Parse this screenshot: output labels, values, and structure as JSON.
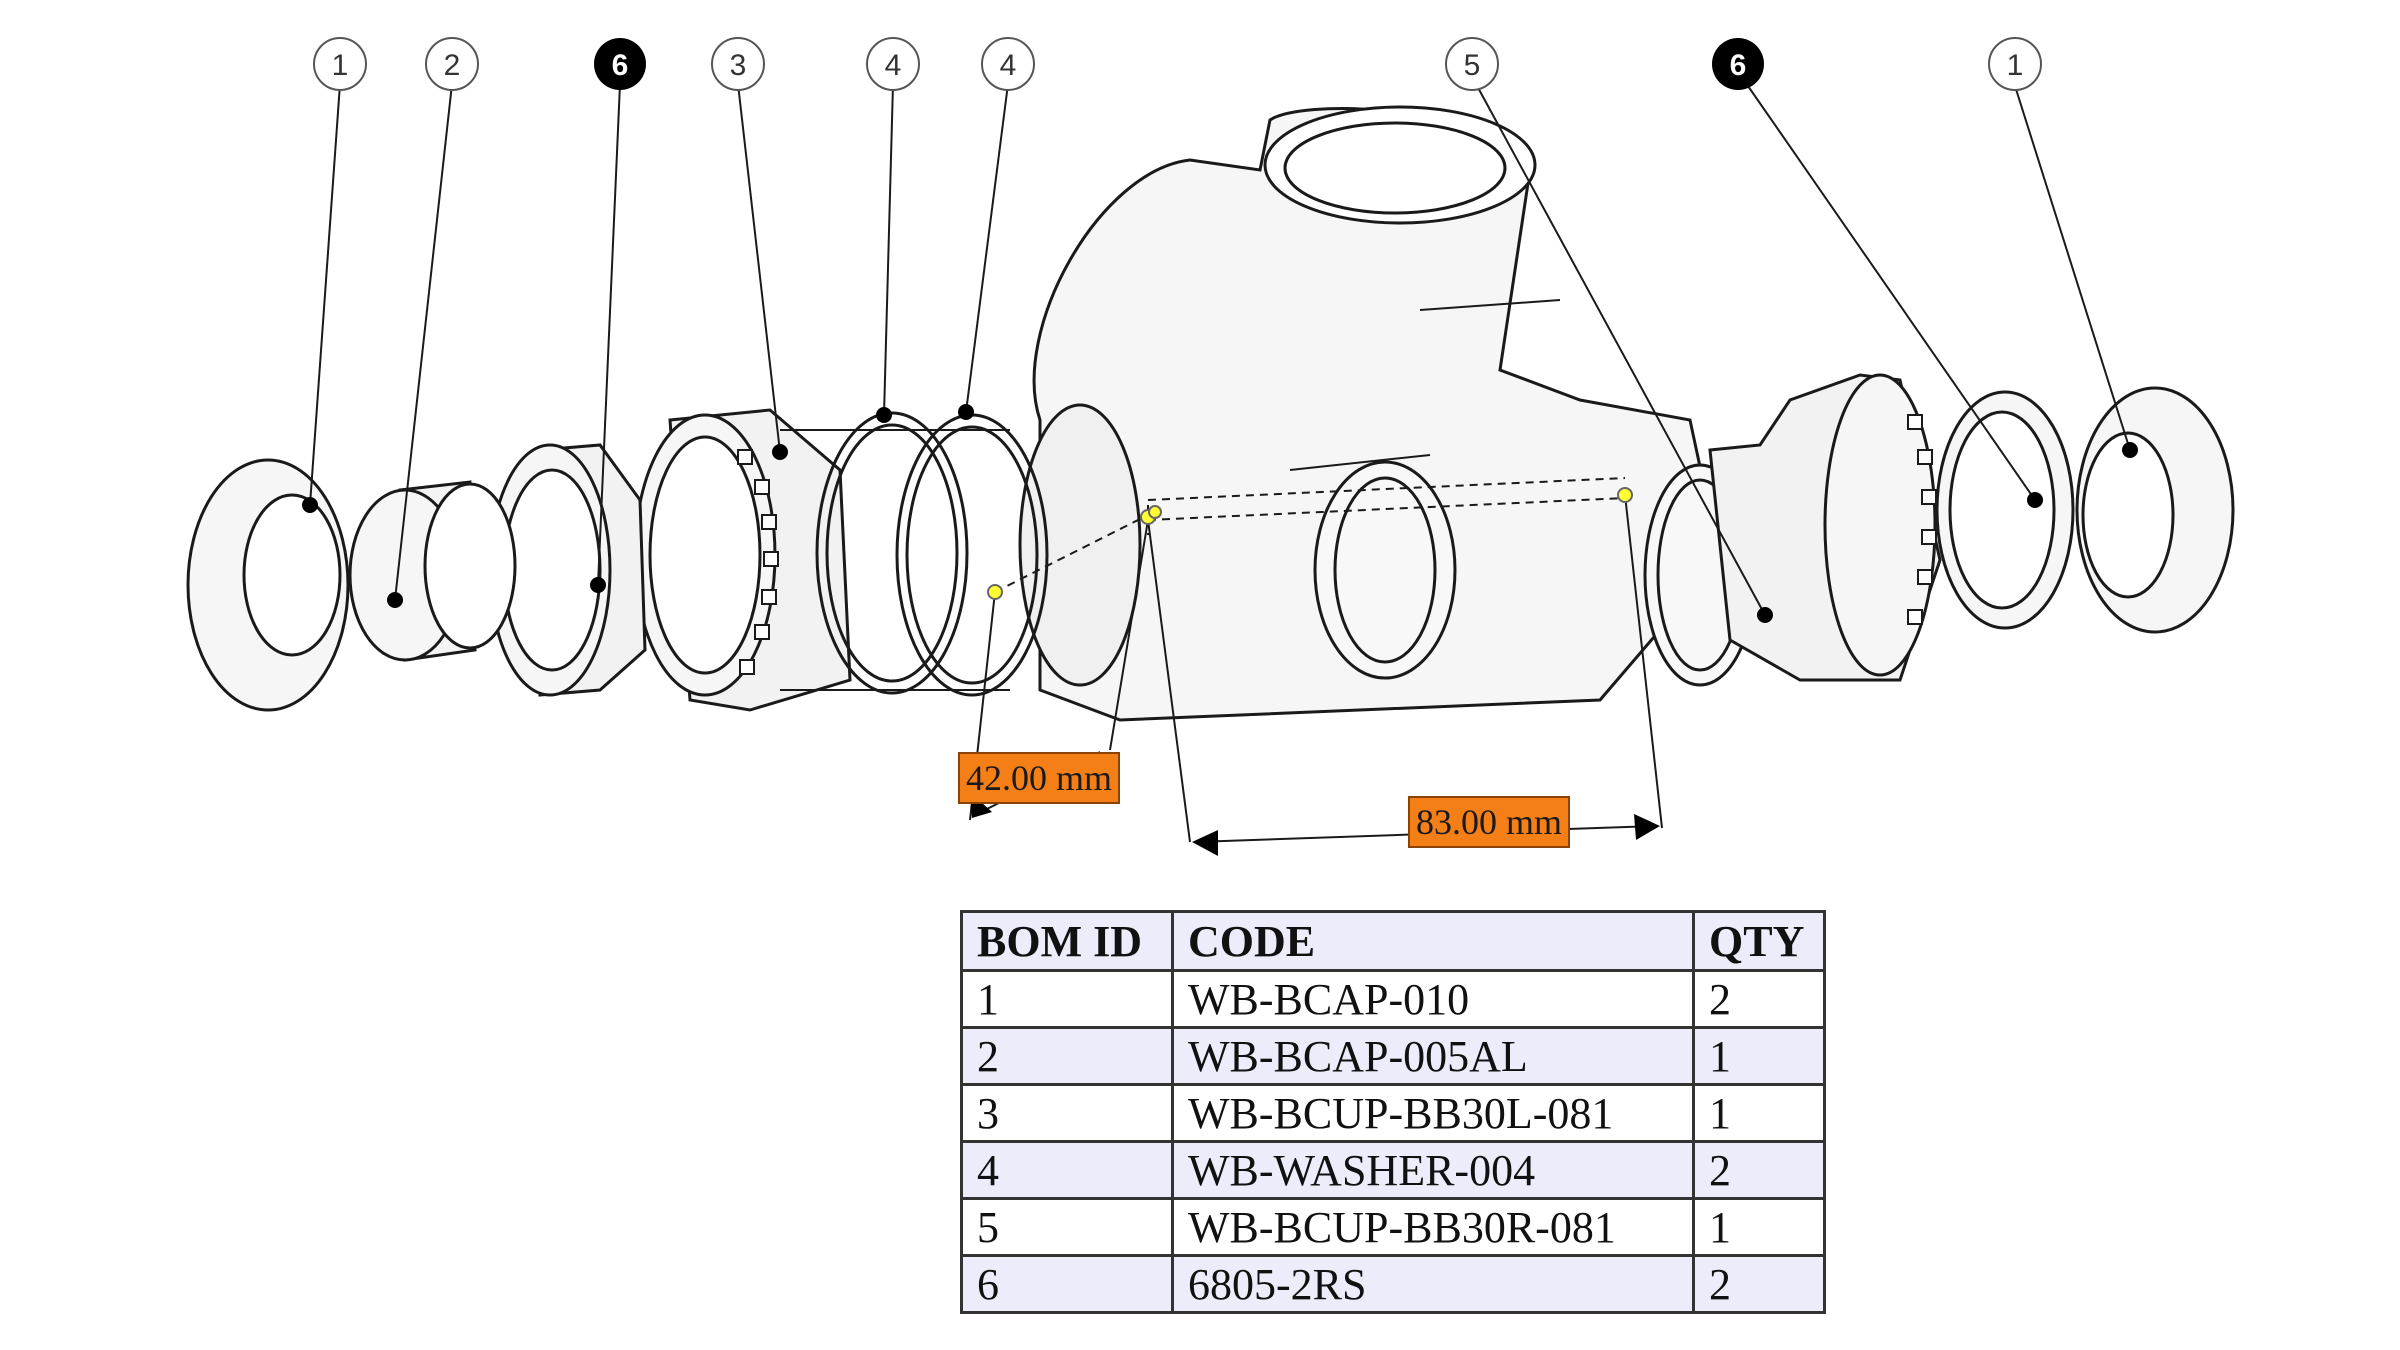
{
  "balloons": [
    {
      "id": "b1-left",
      "text": "1",
      "filled": false
    },
    {
      "id": "b2",
      "text": "2",
      "filled": false
    },
    {
      "id": "b6-left",
      "text": "6",
      "filled": true
    },
    {
      "id": "b3",
      "text": "3",
      "filled": false
    },
    {
      "id": "b4-a",
      "text": "4",
      "filled": false
    },
    {
      "id": "b4-b",
      "text": "4",
      "filled": false
    },
    {
      "id": "b5",
      "text": "5",
      "filled": false
    },
    {
      "id": "b6-right",
      "text": "6",
      "filled": true
    },
    {
      "id": "b1-right",
      "text": "1",
      "filled": false
    }
  ],
  "dimensions": {
    "short": "42.00 mm",
    "long": "83.00 mm"
  },
  "bom": {
    "headers": [
      "BOM ID",
      "CODE",
      "QTY"
    ],
    "rows": [
      {
        "id": "1",
        "code": "WB-BCAP-010",
        "qty": "2"
      },
      {
        "id": "2",
        "code": "WB-BCAP-005AL",
        "qty": "1"
      },
      {
        "id": "3",
        "code": "WB-BCUP-BB30L-081",
        "qty": "1"
      },
      {
        "id": "4",
        "code": "WB-WASHER-004",
        "qty": "2"
      },
      {
        "id": "5",
        "code": "WB-BCUP-BB30R-081",
        "qty": "1"
      },
      {
        "id": "6",
        "code": "6805-2RS",
        "qty": "2"
      }
    ]
  },
  "colors": {
    "dimension_label": "#f57f17",
    "balloon_filled": "#000000",
    "table_header": "#ececfb",
    "measure_point": "#ffff33"
  }
}
